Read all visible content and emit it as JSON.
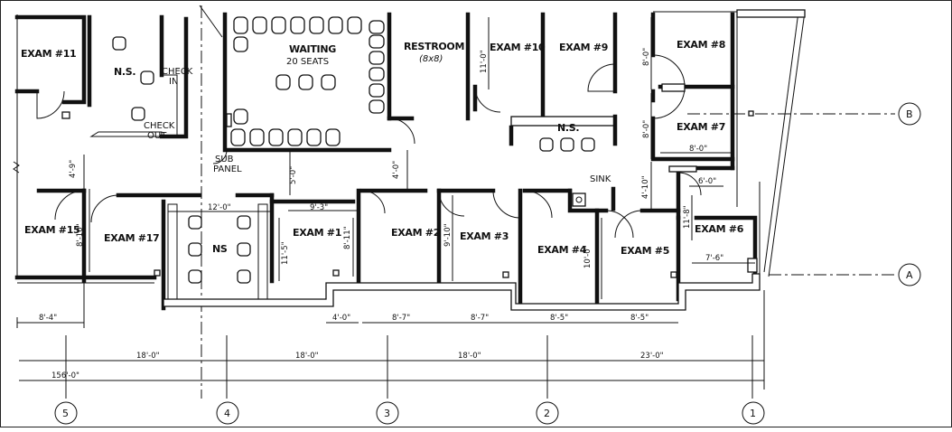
{
  "rooms": {
    "exam11": "EXAM #11",
    "ns_top": "N.S.",
    "check_in": [
      "CHECK",
      "IN"
    ],
    "check_out": [
      "CHECK",
      "OUT"
    ],
    "waiting_title": "WAITING",
    "waiting_seats": "20 SEATS",
    "restroom": "RESTROOM",
    "restroom_size": "(8x8)",
    "exam10": "EXAM #10",
    "exam9": "EXAM #9",
    "exam8": "EXAM #8",
    "exam7": "EXAM #7",
    "ns_right": "N.S.",
    "sink": "SINK",
    "sub_panel": [
      "SUB",
      "PANEL"
    ],
    "exam15": "EXAM #15",
    "exam17": "EXAM #17",
    "ns_bottom": "NS",
    "exam1": "EXAM #1",
    "exam2": "EXAM #2",
    "exam3": "EXAM #3",
    "exam4": "EXAM #4",
    "exam5": "EXAM #5",
    "exam6": "EXAM #6"
  },
  "dimensions": {
    "d_11_0": "11'-0\"",
    "d_8_0_a": "8'-0\"",
    "d_8_0_b": "8'-0\"",
    "d_8_0_c": "8'-0\"",
    "d_4_9": "4'-9\"",
    "d_5_0": "5'-0\"",
    "d_4_0_a": "4'-0\"",
    "d_4_10": "4'-10\"",
    "d_6_0": "6'-0\"",
    "d_12_0": "12'-0\"",
    "d_9_3": "9'-3\"",
    "d_8_10": "8'-10\"",
    "d_11_5": "11'-5\"",
    "d_8_11": "8'-11\"",
    "d_9_10": "9'-10\"",
    "d_10_0": "10'-0\"",
    "d_11_8": "11'-8\"",
    "d_7_6": "7'-6\"",
    "d_8_4": "8'-4\"",
    "d_4_0_b": "4'-0\"",
    "d_8_7_a": "8'-7\"",
    "d_8_7_b": "8'-7\"",
    "d_8_5_a": "8'-5\"",
    "d_8_5_b": "8'-5\"",
    "d_18_0_a": "18'-0\"",
    "d_18_0_b": "18'-0\"",
    "d_18_0_c": "18'-0\"",
    "d_23_0": "23'-0\"",
    "d_156_0": "156'-0\""
  },
  "grid": {
    "g5": "5",
    "g4": "4",
    "g3": "3",
    "g2": "2",
    "g1": "1",
    "gA": "A",
    "gB": "B"
  }
}
